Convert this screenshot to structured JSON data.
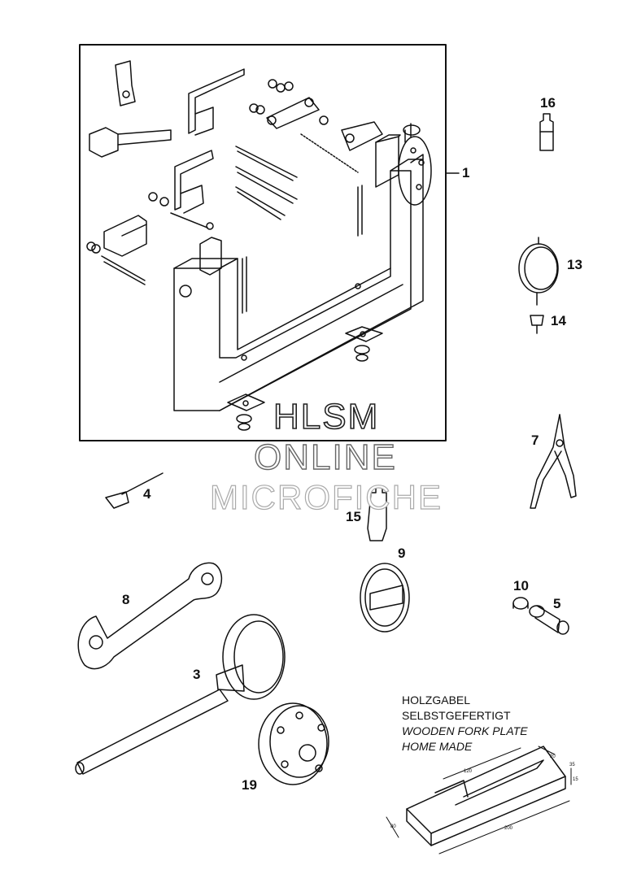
{
  "callouts": [
    {
      "id": "1",
      "label": "1"
    },
    {
      "id": "3",
      "label": "3"
    },
    {
      "id": "4",
      "label": "4"
    },
    {
      "id": "5",
      "label": "5"
    },
    {
      "id": "7",
      "label": "7"
    },
    {
      "id": "8",
      "label": "8"
    },
    {
      "id": "9",
      "label": "9"
    },
    {
      "id": "10",
      "label": "10"
    },
    {
      "id": "13",
      "label": "13"
    },
    {
      "id": "14",
      "label": "14"
    },
    {
      "id": "15",
      "label": "15"
    },
    {
      "id": "16",
      "label": "16"
    },
    {
      "id": "19",
      "label": "19"
    }
  ],
  "note": {
    "line1": "HOLZGABEL",
    "line2": "SELBSTGEFERTIGT",
    "line3": "WOODEN FORK PLATE",
    "line4": "HOME MADE"
  },
  "dimensions": {
    "d120": "120",
    "d20": "20",
    "d35": "35",
    "d15": "15",
    "d80": "80",
    "d200": "200"
  },
  "watermark": {
    "line1": "HLSM",
    "line2": "ONLINE",
    "line3": "MICROFICHE"
  }
}
